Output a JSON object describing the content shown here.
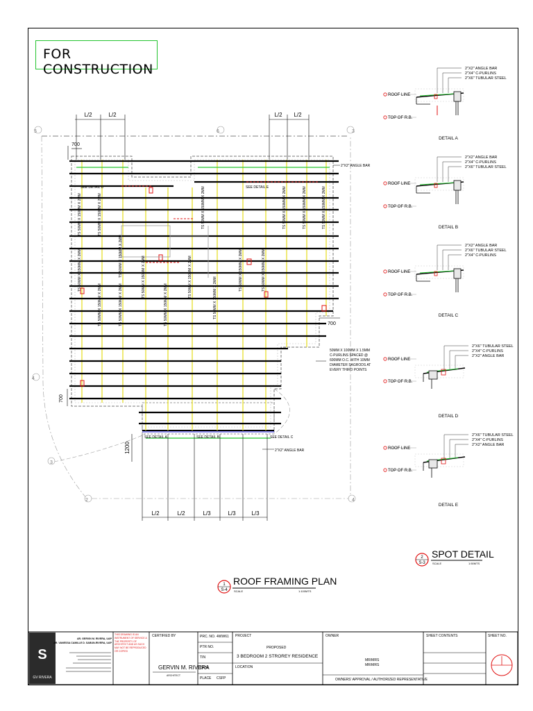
{
  "stamp": "FOR CONSTRUCTION",
  "plan": {
    "title": "ROOF FRAMING PLAN",
    "sheet_num": "1",
    "sheet_ref": "S-4",
    "scale_label": "SCALE",
    "scale_value": "1:100MTS",
    "dims_top": [
      "L/2",
      "L/2",
      "L/2",
      "L/2"
    ],
    "dims_bottom": [
      "L/2",
      "L/2",
      "L/3",
      "L/3",
      "L/3"
    ],
    "dim_700": "700",
    "dim_1200": "1200",
    "grid_labels": [
      "5",
      "6",
      "3",
      "4",
      "3",
      "2",
      "4"
    ],
    "purlin_note": [
      "50MM X 100MM X 1.5MM",
      "C-PURLINS SPACED @",
      "600MM O.C. WITH 10MM",
      "DIAMETER SAGRODS AT",
      "EVERY THIRD POINTS"
    ],
    "angle_bar_note": "2\"X2\" ANGLE BAR",
    "rafter_label": "TS 50MM X 150MM X 2MM",
    "see_details": [
      "SEE DETAIL D",
      "SEE DETAIL E",
      "SEE DETAIL A",
      "SEE DETAIL B",
      "SEE DETAIL C"
    ]
  },
  "spot": {
    "title": "SPOT DETAIL",
    "sheet_num": "2",
    "sheet_ref": "S-3",
    "scale_label": "SCALE",
    "scale_value": "1:50MTS",
    "roof_line": "ROOF LINE",
    "top_rb": "TOP OF R.B.",
    "details": [
      {
        "name": "DETAIL A",
        "notes": [
          "2\"X2\" ANGLE BAR",
          "2\"X4\" C-PURLINS",
          "2\"X6\" TUBULAR STEEL"
        ]
      },
      {
        "name": "DETAIL B",
        "notes": [
          "2\"X2\" ANGLE BAR",
          "2\"X4\" C-PURLINS",
          "2\"X6\" TUBULAR STEEL"
        ]
      },
      {
        "name": "DETAIL C",
        "notes": [
          "2\"X2\" ANGLE BAR",
          "2\"X6\" TUBULAR STEEL",
          "2\"X4\" C-PURLINS"
        ]
      },
      {
        "name": "DETAIL D",
        "notes": [
          "2\"X6\" TUBULAR STEEL",
          "2\"X4\" C-PURLINS",
          "2\"X2\" ANGLE BAR"
        ]
      },
      {
        "name": "DETAIL E",
        "notes": [
          "2\"X6\" TUBULAR STEEL",
          "2\"X4\" C-PURLINS",
          "2\"X2\" ANGLE BAR"
        ]
      }
    ]
  },
  "titleblock": {
    "firm_name": "GV RIVERA",
    "architects": [
      "AR. GERVIN M. RIVERA, UAP",
      "AR. VANESSA CAMILLE D. SABUN-RIVERA, UAP"
    ],
    "copyright": "THIS DRAWING IS AN INSTRUMENT OF SERVICE & THE PROPERTY OF ARCHITECT AND AS SUCH MAY NOT BE REPRODUCED OR COPIED",
    "certified_by_label": "CERTIFIED BY",
    "certifier": "GERVIN M. RIVERA",
    "certifier_role": "ARCHITECT",
    "prc_label": "PRC. NO.",
    "prc_value": "4WW61",
    "ptr_label": "PTR NO.",
    "tin_label": "TIN",
    "date_label": "DATE",
    "place_label": "PLACE",
    "place_value": "CSFP",
    "project_label": "PROJECT",
    "proposed": "PROPOSED",
    "project_name": "3 BEDROOM 2 STROREY RESIDENCE",
    "location_label": "LOCATION",
    "owner_label": "OWNER",
    "owner_line1": "MR/MRS",
    "owner_line2": "MR/MRS",
    "owner_approval": "OWNERS' APPROVAL / AUTHORIZED REPRESENTATIVE",
    "sheet_contents_label": "SHEET CONTENTS",
    "sheet_no_label": "SHEET NO."
  }
}
